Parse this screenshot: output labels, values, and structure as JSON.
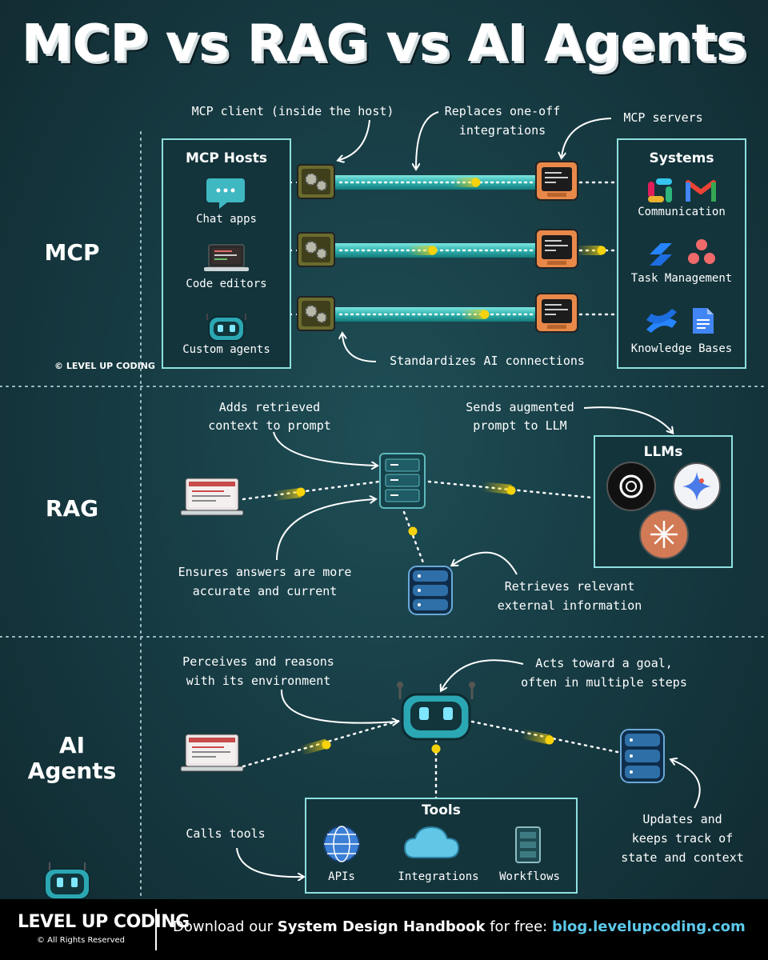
{
  "title": "MCP vs RAG vs AI Agents",
  "sections": {
    "mcp": "MCP",
    "rag": "RAG",
    "agents": [
      "AI",
      "Agents"
    ]
  },
  "mcp": {
    "hosts_title": "MCP Hosts",
    "hosts": [
      "Chat apps",
      "Code editors",
      "Custom agents"
    ],
    "systems_title": "Systems",
    "systems": [
      "Communication",
      "Task Management",
      "Knowledge Bases"
    ],
    "notes": {
      "client": "MCP client (inside the host)",
      "replaces": [
        "Replaces one-off",
        "integrations"
      ],
      "servers": "MCP servers",
      "standardizes": "Standardizes AI connections"
    },
    "watermark": "© LEVEL UP CODING"
  },
  "rag": {
    "llms_title": "LLMs",
    "notes": {
      "adds": [
        "Adds retrieved",
        "context to prompt"
      ],
      "sends": [
        "Sends augmented",
        "prompt to LLM"
      ],
      "ensures": [
        "Ensures answers are more",
        "accurate and current"
      ],
      "retrieves": [
        "Retrieves relevant",
        "external information"
      ]
    }
  },
  "agents": {
    "tools_title": "Tools",
    "tools": [
      "APIs",
      "Integrations",
      "Workflows"
    ],
    "notes": {
      "perceives": [
        "Perceives and reasons",
        "with its environment"
      ],
      "acts": [
        "Acts toward a goal,",
        "often in multiple steps"
      ],
      "calls": "Calls tools",
      "updates": [
        "Updates and",
        "keeps track of",
        "state and context"
      ]
    }
  },
  "footer": {
    "brand": "LEVEL UP CODING",
    "copyright": "© All Rights Reserved",
    "cta_prefix": "Download our ",
    "cta_bold": "System Design Handbook",
    "cta_mid": " for free: ",
    "cta_link": "blog.levelupcoding.com"
  },
  "colors": {
    "background": "#173c44",
    "accent": "#5cc8ea",
    "yellow": "#f5d20c",
    "box_border": "#8fe0e0",
    "server_orange": "#e8894a",
    "gear_olive": "#6b6b2e"
  },
  "icons": [
    "chat-icon",
    "laptop-icon",
    "robot-icon",
    "gear-icon",
    "server-icon",
    "slack-icon",
    "gmail-icon",
    "jira-icon",
    "asana-icon",
    "confluence-icon",
    "google-docs-icon",
    "database-icon",
    "openai-icon",
    "gemini-icon",
    "claude-icon",
    "globe-icon",
    "cloud-icon",
    "workflow-icon"
  ]
}
